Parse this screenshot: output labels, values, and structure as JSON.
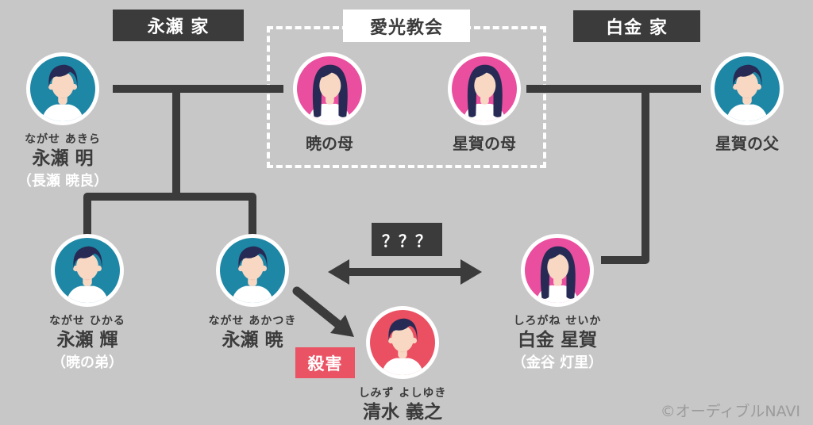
{
  "headers": {
    "nagase_family": "永瀬 家",
    "aiko_church": "愛光教会",
    "shirogane_family": "白金 家"
  },
  "people": {
    "nagase_akira": {
      "furigana": "ながせ あきら",
      "name": "永瀬 明",
      "alias": "（長瀬 暁良）"
    },
    "akatsuki_mother": {
      "name": "暁の母"
    },
    "seika_mother": {
      "name": "星賀の母"
    },
    "seika_father": {
      "name": "星賀の父"
    },
    "nagase_hikaru": {
      "furigana": "ながせ ひかる",
      "name": "永瀬 輝",
      "alias": "（暁の弟）"
    },
    "nagase_akatsuki": {
      "furigana": "ながせ あかつき",
      "name": "永瀬 暁"
    },
    "shirogane_seika": {
      "furigana": "しろがね せいか",
      "name": "白金 星賀",
      "alias": "（金谷 灯里）"
    },
    "shimizu_yoshiyuki": {
      "furigana": "しみず よしゆき",
      "name": "清水 義之"
    }
  },
  "annotations": {
    "unknown_relation": "？？？",
    "murder": "殺害"
  },
  "watermark": "©オーディブルNAVI",
  "colors": {
    "background": "#c7c7c7",
    "dark": "#3b3b3b",
    "male_avatar_bg": "#1e87a6",
    "female_avatar_bg": "#ea4f9f",
    "victim_avatar_bg": "#ea5061",
    "murder_box_bg": "#e95364",
    "skin": "#f8d7c3",
    "hair": "#262a54",
    "white": "#ffffff",
    "watermark_gray": "#9b9b9b"
  }
}
